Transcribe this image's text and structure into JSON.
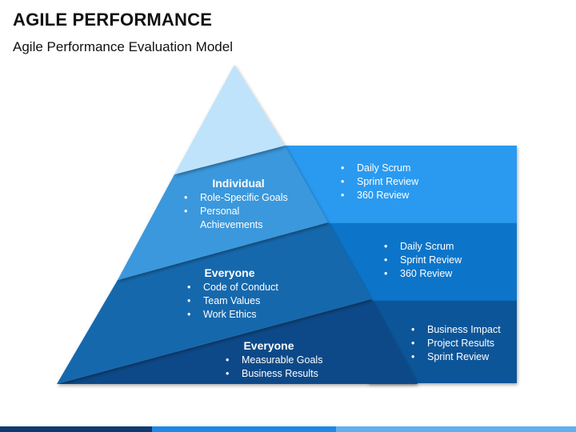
{
  "title": "AGILE PERFORMANCE",
  "subtitle": "Agile Performance Evaluation Model",
  "colors": {
    "tier_top": "#bfe3fb",
    "tier_1": "#3a98dc",
    "tier_2": "#1667ad",
    "tier_3": "#0d4a88",
    "box_1": "#2b9af0",
    "box_2": "#0b74c9",
    "box_3": "#0b5499"
  },
  "tiers": [
    {
      "heading": "Individual",
      "items": [
        "Role-Specific Goals",
        "Personal Achievements"
      ],
      "side_items": [
        "Daily Scrum",
        "Sprint Review",
        "360 Review"
      ]
    },
    {
      "heading": "Everyone",
      "items": [
        "Code of Conduct",
        "Team Values",
        "Work Ethics"
      ],
      "side_items": [
        "Daily Scrum",
        "Sprint Review",
        "360 Review"
      ]
    },
    {
      "heading": "Everyone",
      "items": [
        "Measurable Goals",
        "Business Results"
      ],
      "side_items": [
        "Business Impact",
        "Project Results",
        "Sprint Review"
      ]
    }
  ]
}
